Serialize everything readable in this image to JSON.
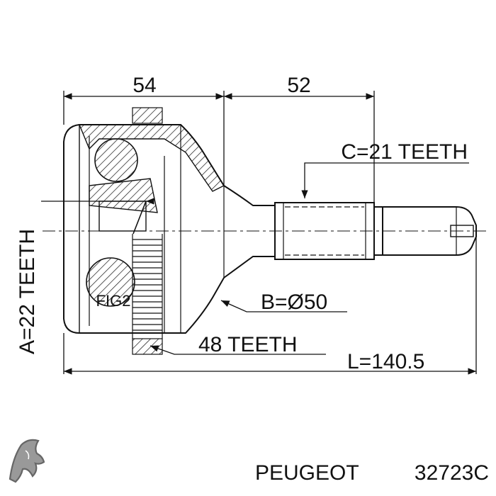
{
  "dimensions": {
    "top_left": "54",
    "top_right": "52",
    "spline_c": "C=21 TEETH",
    "spline_a": "A=22 TEETH",
    "seal_b": "B=Ø50",
    "abs_ring": "48 TEETH",
    "length": "L=140.5"
  },
  "callout": {
    "fig": "FIG2"
  },
  "footer": {
    "brand": "PEUGEOT",
    "part_number": "32723C"
  },
  "colors": {
    "line": "#111111",
    "background": "#ffffff"
  },
  "icons": {
    "logo": "peugeot-lion-logo"
  }
}
